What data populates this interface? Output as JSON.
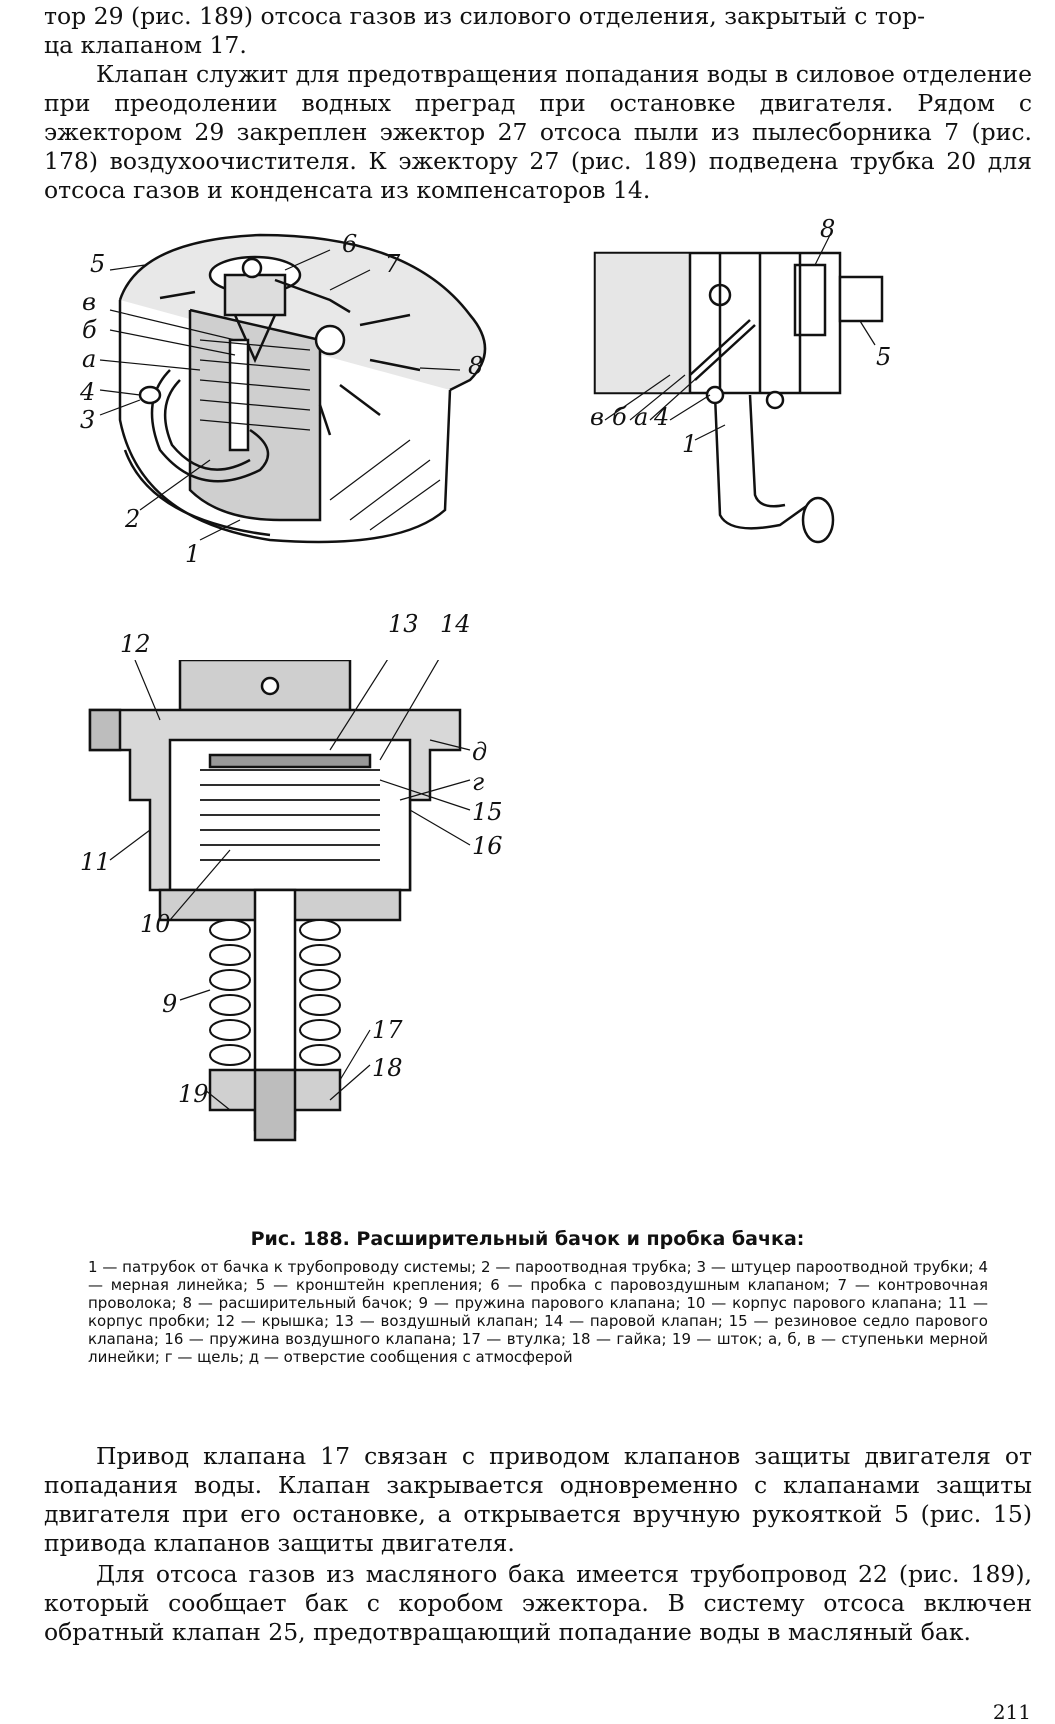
{
  "top_text": {
    "line1": "тор 29 (рис. 189) отсоса газов из силового отделения, закрытый с тор-",
    "line2": "ца клапаном 17.",
    "para2": "Клапан служит для предотвращения попадания воды в силовое отделение при преодолении водных преград при остановке двигателя. Рядом с эжектором 29 закреплен эжектор 27 отсоса пыли из пылесборника 7 (рис. 178) воздухоочистителя. К эжектору 27 (рис. 189) подведена трубка 20 для отсоса газов и конденсата из компенсаторов 14."
  },
  "fig_a_labels": {
    "l5": "5",
    "l6": "6",
    "l7": "7",
    "l8": "8",
    "lv": "в",
    "lb": "б",
    "la": "а",
    "l4": "4",
    "l3": "3",
    "l2": "2",
    "l1": "1"
  },
  "fig_b_labels": {
    "l8": "8",
    "l5": "5",
    "lv": "в",
    "lb": "б",
    "la": "а",
    "l4": "4",
    "l1": "1"
  },
  "fig_c_labels": {
    "l12": "12",
    "l13": "13",
    "l14": "14",
    "ld": "д",
    "lg": "г",
    "l15": "15",
    "l16": "16",
    "l11": "11",
    "l10": "10",
    "l9": "9",
    "l17": "17",
    "l18": "18",
    "l19": "19"
  },
  "caption": {
    "title": "Рис. 188. Расширительный бачок и пробка бачка:",
    "body": "1 — патрубок от бачка к трубопроводу системы; 2 — пароотводная трубка; 3 — штуцер пароотводной трубки; 4 — мерная линейка; 5 — кронштейн крепления; 6 — пробка с паровоздушным клапаном; 7 — контровочная проволока; 8 — расширительный бачок; 9 — пружина парового клапана; 10 — корпус парового клапана; 11 — корпус пробки; 12 — крышка; 13 — воздушный клапан; 14 — паровой клапан; 15 — резиновое седло парового клапана; 16 — пружина воздушного клапана; 17 — втулка; 18 — гайка; 19 — шток; а, б, в — ступеньки мерной линейки; г — щель; д — отверстие сообщения с атмосферой"
  },
  "bottom_text": {
    "para1": "Привод клапана 17 связан с приводом клапанов защиты двигателя от попадания воды. Клапан закрывается одновременно с клапанами защиты двигателя при его остановке, а открывается вручную рукояткой 5 (рис. 15) привода клапанов защиты двигателя.",
    "para2": "Для отсоса газов из масляного бака имеется трубопровод 22 (рис. 189), который сообщает бак с коробом эжектора. В систему отсоса включен обратный клапан 25, предотвращающий попадание воды в масляный бак."
  },
  "page_number": "211"
}
